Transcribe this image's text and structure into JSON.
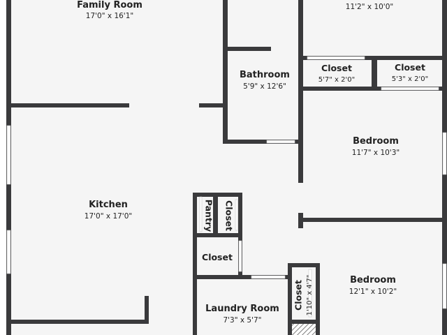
{
  "colors": {
    "wall": "#3a3a3c",
    "floor": "#f5f5f5",
    "background": "#ffffff",
    "window": "#ffffff",
    "text": "#222222"
  },
  "rooms": {
    "family_room": {
      "name": "Family Room",
      "dims": "17'0\" x 16'1\""
    },
    "top_right_room": {
      "name": "",
      "dims": "11'2\" x 10'0\""
    },
    "bathroom": {
      "name": "Bathroom",
      "dims": "5'9\" x 12'6\""
    },
    "closet_a": {
      "name": "Closet",
      "dims": "5'7\" x 2'0\""
    },
    "closet_b": {
      "name": "Closet",
      "dims": "5'3\" x 2'0\""
    },
    "bedroom_1": {
      "name": "Bedroom",
      "dims": "11'7\" x 10'3\""
    },
    "kitchen": {
      "name": "Kitchen",
      "dims": "17'0\" x 17'0\""
    },
    "pantry": {
      "name": "Pantry"
    },
    "closet_c": {
      "name": "Closet"
    },
    "closet_d": {
      "name": "Closet"
    },
    "bedroom_2": {
      "name": "Bedroom",
      "dims": "12'1\" x 10'2\""
    },
    "laundry_room": {
      "name": "Laundry Room",
      "dims": "7'3\" x 5'7\""
    },
    "closet_e": {
      "name": "Closet",
      "dims": "1'10\" x 4'7\""
    }
  }
}
